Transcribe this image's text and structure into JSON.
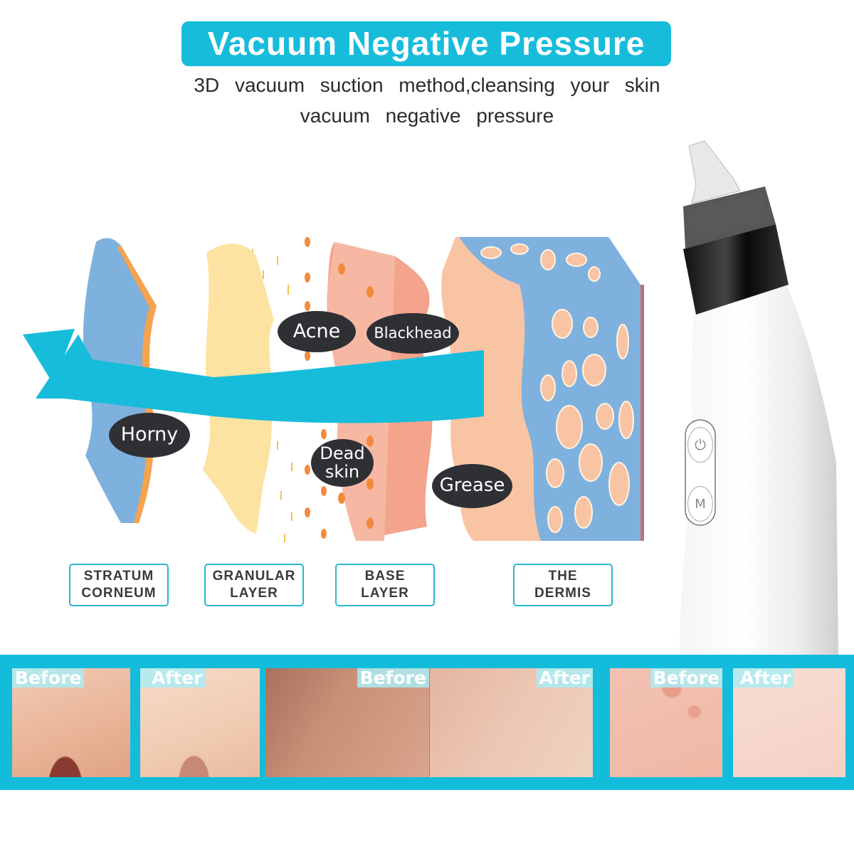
{
  "header": {
    "title": "Vacuum Negative Pressure",
    "subtitle_line1": "3D vacuum suction method,cleansing your skin",
    "subtitle_line2": "vacuum negative pressure"
  },
  "colors": {
    "accent": "#17bcdb",
    "label_dark": "#2e3034",
    "stratum_blue": "#7fb1de",
    "granular_yellow": "#fde3a1",
    "base_pink": "#f4a38c",
    "dermis_peach": "#f9c4a3"
  },
  "diagram": {
    "callouts": [
      "Horny",
      "Acne",
      "Blackhead",
      "Dead",
      "skin",
      "Grease"
    ],
    "layers": [
      {
        "line1": "STRATUM",
        "line2": "CORNEUM"
      },
      {
        "line1": "GRANULAR",
        "line2": "LAYER"
      },
      {
        "line1": "BASE",
        "line2": "LAYER"
      },
      {
        "line1": "THE",
        "line2": "DERMIS"
      }
    ]
  },
  "device": {
    "power_button_icon": "⏻",
    "mode_button_label": "M"
  },
  "comparisons": [
    {
      "label": "Before"
    },
    {
      "label": "After"
    },
    {
      "label": "Before"
    },
    {
      "label": "After"
    },
    {
      "label": "Before"
    },
    {
      "label": "After"
    }
  ]
}
